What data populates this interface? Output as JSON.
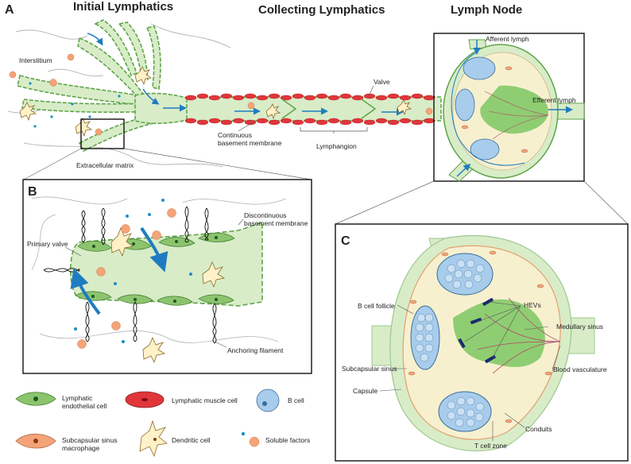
{
  "panelA": {
    "letter": "A",
    "titles": {
      "initial": "Initial Lymphatics",
      "collecting": "Collecting Lymphatics",
      "node": "Lymph Node"
    },
    "labels": {
      "interstitium": "Interstitium",
      "afferent": "Afferent lymph",
      "efferent": "Efferent lymph",
      "valve": "Valve",
      "cbm_line1": "Continuous",
      "cbm_line2": "basement membrane",
      "lymphangion": "Lymphangion",
      "ecm": "Extracellular matrix"
    }
  },
  "panelB": {
    "letter": "B",
    "labels": {
      "dbm_line1": "Discontinuous",
      "dbm_line2": "basement membrane",
      "primary_valve": "Primary valve",
      "anchoring": "Anchoring filament"
    }
  },
  "panelC": {
    "letter": "C",
    "labels": {
      "b_follicle": "B cell follicle",
      "hevs": "HEVs",
      "medullary": "Medullary sinus",
      "subcapsular": "Subcapsular sinus",
      "blood": "Blood vasculature",
      "capsule": "Capsule",
      "conduits": "Conduits",
      "tzone": "T cell zone"
    }
  },
  "legend": [
    {
      "key": "lec",
      "line1": "Lymphatic",
      "line2": "endothelial cell"
    },
    {
      "key": "lmc",
      "line1": "Lymphatic muscle cell",
      "line2": ""
    },
    {
      "key": "bcell",
      "line1": "B cell",
      "line2": ""
    },
    {
      "key": "scs",
      "line1": "Subcapsular sinus",
      "line2": "macrophage"
    },
    {
      "key": "dc",
      "line1": "Dendritic cell",
      "line2": ""
    },
    {
      "key": "soluble",
      "line1": "Soluble factors",
      "line2": ""
    }
  ],
  "colors": {
    "lymph_fill": "#d8ecc8",
    "endothelial": "#8cc46e",
    "muscle": "#e0363b",
    "flow_arrow": "#1f7cc0",
    "node_fill": "#f7f0cf",
    "bcell": "#a8cceb",
    "macrophage": "#f4a478",
    "medullary": "#8fcd72"
  }
}
